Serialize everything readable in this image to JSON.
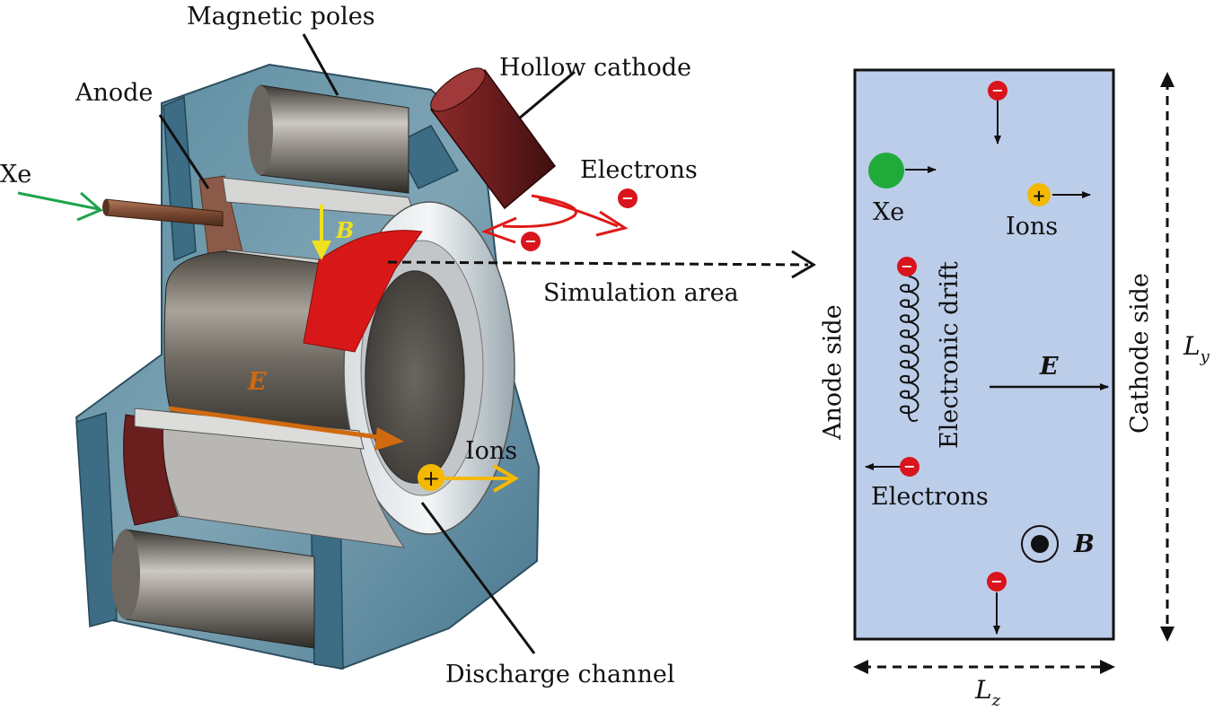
{
  "thruster": {
    "labels": {
      "magnetic_poles": "Magnetic poles",
      "hollow_cathode": "Hollow cathode",
      "anode": "Anode",
      "xe": "Xe",
      "electrons": "Electrons",
      "b_field": "B",
      "simulation_area": "Simulation area",
      "e_field": "E",
      "ions": "Ions",
      "discharge_channel": "Discharge channel"
    }
  },
  "simulation": {
    "labels": {
      "xe": "Xe",
      "ions": "Ions",
      "electronic_drift": "Electronic drift",
      "anode_side": "Anode side",
      "cathode_side": "Cathode side",
      "e_field": "E",
      "electrons": "Electrons",
      "b_field": "B",
      "ly_base": "L",
      "ly_sub": "y",
      "lz_base": "L",
      "lz_sub": "z"
    },
    "symbols": {
      "electron": "−",
      "ion": "+"
    }
  },
  "colors": {
    "sim_bg": "#bccde9",
    "electron": "#d9141d",
    "ion": "#f5b800",
    "xe_atom": "#1faa3a",
    "e_arrow": "#d06a10",
    "b_arrow": "#f0e020",
    "red_strip": "#d81818",
    "xe_arrow": "#1ea34a",
    "frame": "#4d7e95"
  }
}
